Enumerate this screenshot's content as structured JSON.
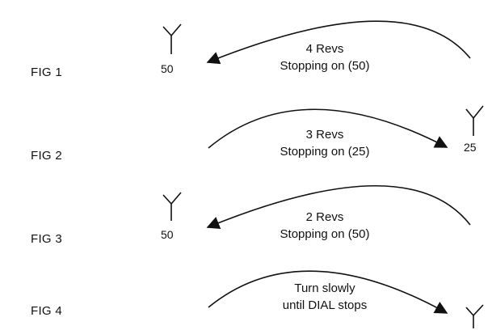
{
  "colors": {
    "ink": "#111111",
    "background": "#ffffff"
  },
  "figures": [
    {
      "label": "FIG 1",
      "line1": "4 Revs",
      "line2": "Stopping on (50)",
      "number": "50",
      "direction": "counterclockwise"
    },
    {
      "label": "FIG 2",
      "line1": "3 Revs",
      "line2": "Stopping on (25)",
      "number": "25",
      "direction": "clockwise"
    },
    {
      "label": "FIG 3",
      "line1": "2 Revs",
      "line2": "Stopping on (50)",
      "number": "50",
      "direction": "counterclockwise"
    },
    {
      "label": "FIG 4",
      "line1": "Turn slowly",
      "line2": "until DIAL stops",
      "number": "",
      "direction": "clockwise"
    }
  ]
}
